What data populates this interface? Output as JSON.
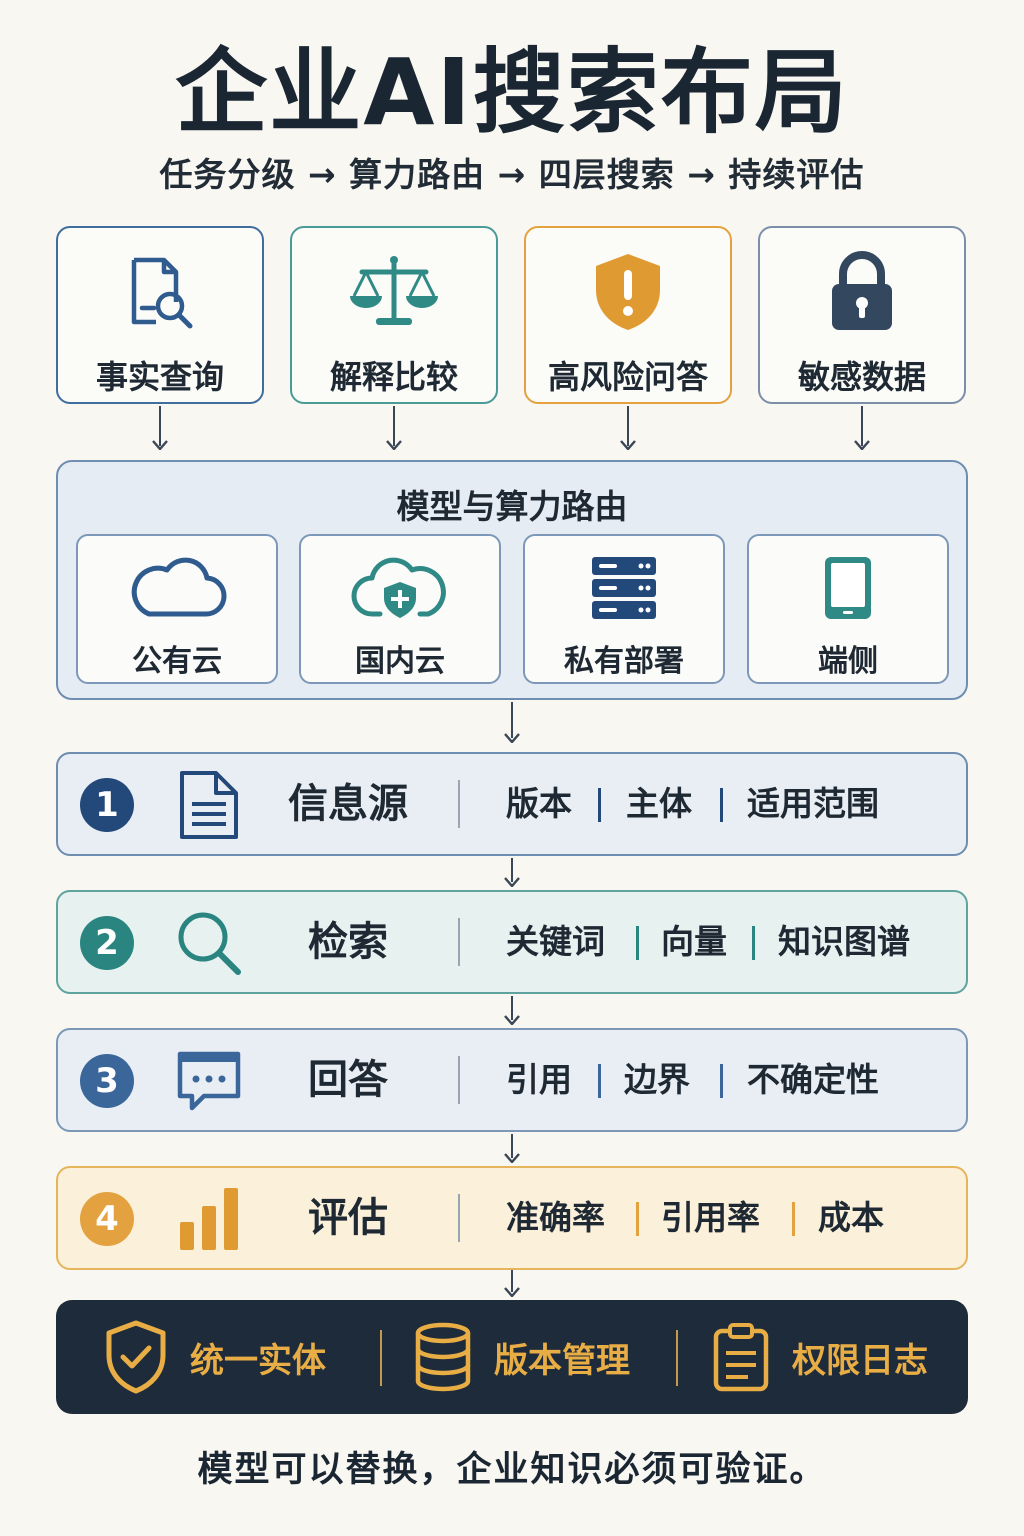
{
  "title": "企业AI搜索布局",
  "subtitle": "任务分级 → 算力路由 → 四层搜索 → 持续评估",
  "categories": [
    {
      "label": "事实查询",
      "icon": "document-search-icon",
      "color": "#3f6d9e"
    },
    {
      "label": "解释比较",
      "icon": "scale-icon",
      "color": "#4a9a96"
    },
    {
      "label": "高风险问答",
      "icon": "warning-shield-icon",
      "color": "#e3a23f"
    },
    {
      "label": "敏感数据",
      "icon": "padlock-icon",
      "color": "#7b8fa8"
    }
  ],
  "routing": {
    "title": "模型与算力路由",
    "options": [
      {
        "label": "公有云",
        "icon": "cloud-icon"
      },
      {
        "label": "国内云",
        "icon": "shield-cloud-icon"
      },
      {
        "label": "私有部署",
        "icon": "server-icon"
      },
      {
        "label": "端侧",
        "icon": "device-icon"
      }
    ]
  },
  "layers": [
    {
      "number": "1",
      "name": "信息源",
      "icon": "document-icon",
      "items": [
        "版本",
        "主体",
        "适用范围"
      ],
      "color": "#23497a"
    },
    {
      "number": "2",
      "name": "检索",
      "icon": "search-icon",
      "items": [
        "关键词",
        "向量",
        "知识图谱"
      ],
      "color": "#2a8580"
    },
    {
      "number": "3",
      "name": "回答",
      "icon": "chat-bubble-icon",
      "items": [
        "引用",
        "边界",
        "不确定性"
      ],
      "color": "#3a669a"
    },
    {
      "number": "4",
      "name": "评估",
      "icon": "bar-chart-icon",
      "items": [
        "准确率",
        "引用率",
        "成本"
      ],
      "color": "#e3a23f"
    }
  ],
  "foundation": [
    {
      "label": "统一实体",
      "icon": "shield-check-icon"
    },
    {
      "label": "版本管理",
      "icon": "database-icon"
    },
    {
      "label": "权限日志",
      "icon": "clipboard-icon"
    }
  ],
  "tagline": "模型可以替换，企业知识必须可验证。"
}
